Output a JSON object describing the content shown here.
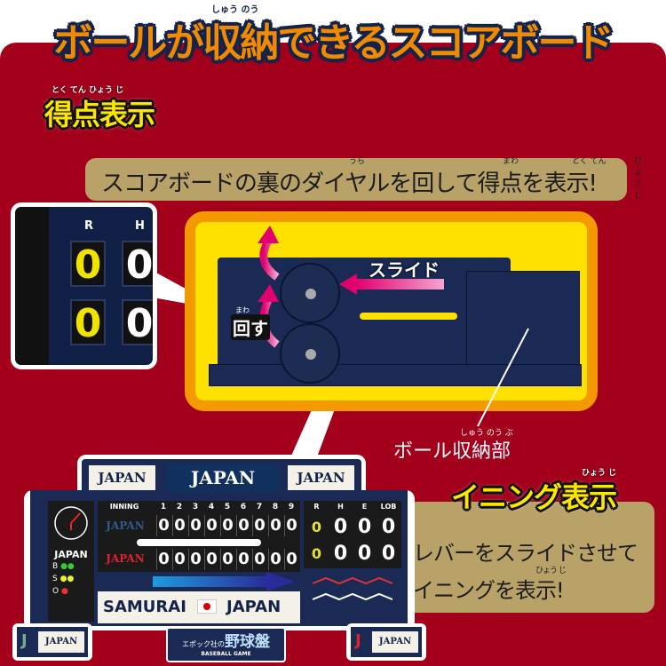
{
  "title": {
    "text": "ボールが収納できるスコアボード",
    "ruby": "しゅう のう"
  },
  "score_section": {
    "heading": "得点表示",
    "heading_ruby": "とく てん ひょう じ",
    "description": "スコアボードの裏のダイヤルを回して得点を表示!",
    "ruby_ura": "うら",
    "ruby_mawa": "まわ",
    "ruby_tokuten": "とく てん",
    "ruby_hyouji": "ひょう じ"
  },
  "inset": {
    "col_r": "R",
    "col_h": "H",
    "rows": [
      {
        "r": "0",
        "h": "0"
      },
      {
        "r": "0",
        "h": "0"
      }
    ]
  },
  "device": {
    "rotate_label": "回す",
    "rotate_ruby": "まわ",
    "slide_label": "スライド",
    "storage_label": "ボール収納部",
    "storage_ruby": "しゅう のう ぶ"
  },
  "inning_section": {
    "heading": "イニング表示",
    "heading_ruby": "ひょう じ",
    "line1": "レバーをスライドさせて",
    "line2": "イニングを表示!",
    "ruby_hyouji": "ひょう じ"
  },
  "scoreboard": {
    "top_left": "JAPAN",
    "top_center": "JAPAN",
    "top_right": "JAPAN",
    "inning_label": "INNING",
    "innings": [
      "1",
      "2",
      "3",
      "4",
      "5",
      "6",
      "7",
      "8",
      "9"
    ],
    "teams": [
      {
        "name": "JAPAN",
        "scores": [
          "0",
          "0",
          "0",
          "0",
          "0",
          "0",
          "0",
          "0",
          "0"
        ],
        "r": "0",
        "h": "0",
        "e": "0",
        "lob": "0"
      },
      {
        "name": "JAPAN",
        "scores": [
          "0",
          "0",
          "0",
          "0",
          "0",
          "0",
          "0",
          "0",
          "0"
        ],
        "r": "0",
        "h": "0",
        "e": "0",
        "lob": "0"
      }
    ],
    "totals_headers": [
      "R",
      "H",
      "E",
      "LOB"
    ],
    "clock_label": "JAPAN",
    "bso": [
      "B",
      "S",
      "O"
    ],
    "banner_left": "SAMURAI",
    "banner_right": "JAPAN",
    "bottom_left": "JAPAN",
    "bottom_right": "JAPAN",
    "badge_letter": "J",
    "logo_prefix": "エポック社の",
    "logo_main": "野球盤",
    "logo_sub": "BASEBALL GAME"
  },
  "colors": {
    "red_bg": "#a3001c",
    "orange": "#f08a00",
    "navy": "#14234a",
    "yellow": "#ffe600",
    "tan": "#b8a267"
  }
}
